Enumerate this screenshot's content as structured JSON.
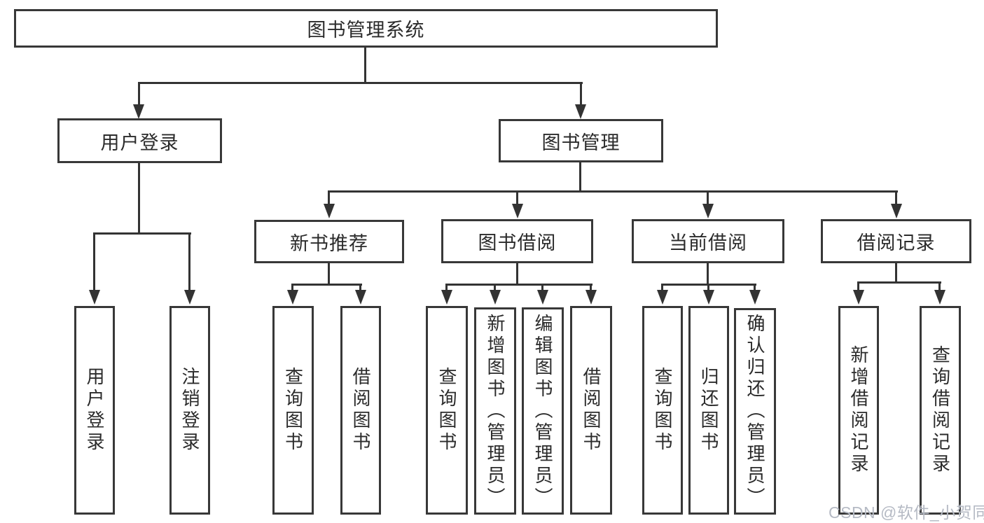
{
  "diagram": {
    "root": "图书管理系统",
    "branches": [
      {
        "label": "用户登录",
        "children": [
          "用户登录",
          "注销登录"
        ]
      },
      {
        "label": "图书管理",
        "modules": [
          {
            "label": "新书推荐",
            "children": [
              "查询图书",
              "借阅图书"
            ]
          },
          {
            "label": "图书借阅",
            "children": [
              "查询图书",
              "新增图书（管理员）",
              "编辑图书（管理员）",
              "借阅图书"
            ]
          },
          {
            "label": "当前借阅",
            "children": [
              "查询图书",
              "归还图书",
              "确认归还（管理员）"
            ]
          },
          {
            "label": "借阅记录",
            "children": [
              "新增借阅记录",
              "查询借阅记录"
            ]
          }
        ]
      }
    ],
    "watermark": "CSDN @软件_小贺同学",
    "colors": {
      "line": "#333333",
      "text": "#2b2b2b",
      "box_background": "#ffffff",
      "watermark": "#b5bac4"
    }
  }
}
